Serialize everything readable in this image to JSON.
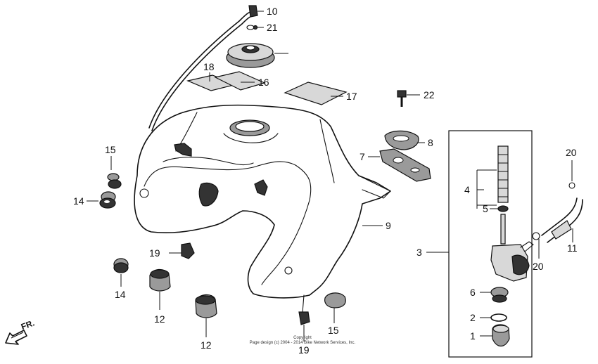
{
  "callouts": {
    "c1": "1",
    "c2": "2",
    "c3": "3",
    "c4": "4",
    "c5": "5",
    "c6": "6",
    "c7": "7",
    "c8": "8",
    "c9": "9",
    "c10": "10",
    "c11": "11",
    "c12a": "12",
    "c12b": "12",
    "c14a": "14",
    "c14b": "14",
    "c15a": "15",
    "c15b": "15",
    "c16": "16",
    "c17": "17",
    "c18": "18",
    "c19a": "19",
    "c19b": "19",
    "c20a": "20",
    "c20b": "20",
    "c21": "21",
    "c22": "22"
  },
  "direction_label": "FR.",
  "copyright": {
    "line1": "Copyright",
    "line2": "Page design (c) 2004 - 2014 Bike Network Services, Inc."
  }
}
